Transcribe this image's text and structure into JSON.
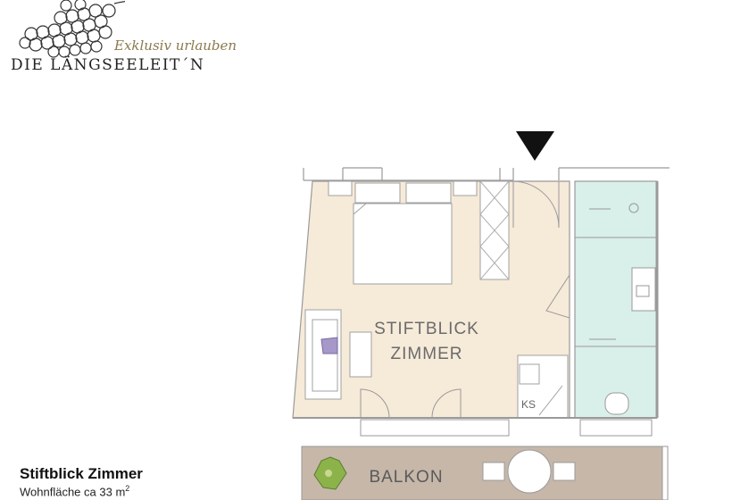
{
  "logo": {
    "tagline": "Exklusiv urlauben",
    "brand": "DIE LÄNGSEELEIT´N",
    "icon": "grape-cluster-icon"
  },
  "plan": {
    "room_name_line1": "STIFTBLICK",
    "room_name_line2": "ZIMMER",
    "balcony": "BALKON",
    "ks": "KS",
    "entrance": "entrance-arrow-icon",
    "colors": {
      "room": "#f6ead9",
      "bathroom": "#d9efe9",
      "balcony": "#c6b7a9",
      "wall": "#9a9a9a"
    }
  },
  "caption": {
    "title": "Stiftblick Zimmer",
    "area_text": "Wohnfläche ca 33 m",
    "area_superscript": "2"
  }
}
